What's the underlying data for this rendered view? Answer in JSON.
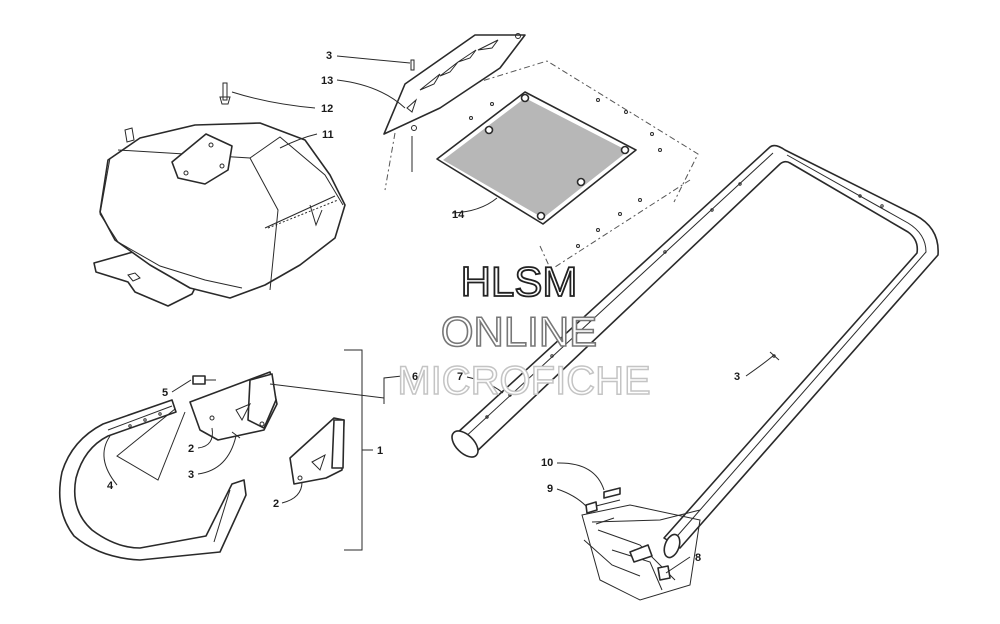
{
  "watermark": {
    "line1": "HLSM",
    "line2": "ONLINE",
    "line3": "MICROFICHE"
  },
  "callouts": {
    "c1": "1",
    "c2a": "2",
    "c2b": "2",
    "c3a": "3",
    "c3b": "3",
    "c3c": "3",
    "c4": "4",
    "c5": "5",
    "c6": "6",
    "c7": "7",
    "c8": "8",
    "c9": "9",
    "c10": "10",
    "c11": "11",
    "c12": "12",
    "c13": "13",
    "c14": "14"
  }
}
